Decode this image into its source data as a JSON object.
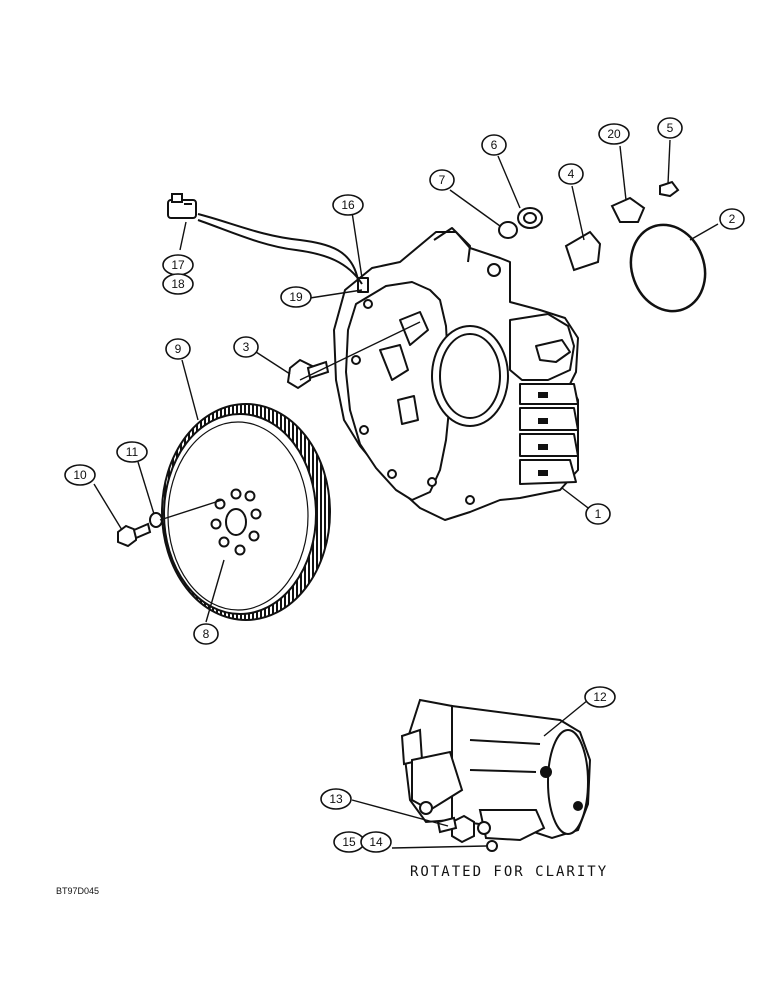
{
  "callouts": [
    {
      "id": "c1",
      "label": "1"
    },
    {
      "id": "c2",
      "label": "2"
    },
    {
      "id": "c3",
      "label": "3"
    },
    {
      "id": "c4",
      "label": "4"
    },
    {
      "id": "c5",
      "label": "5"
    },
    {
      "id": "c6",
      "label": "6"
    },
    {
      "id": "c7",
      "label": "7"
    },
    {
      "id": "c8",
      "label": "8"
    },
    {
      "id": "c9",
      "label": "9"
    },
    {
      "id": "c10",
      "label": "10"
    },
    {
      "id": "c11",
      "label": "11"
    },
    {
      "id": "c12",
      "label": "12"
    },
    {
      "id": "c13",
      "label": "13"
    },
    {
      "id": "c14",
      "label": "14"
    },
    {
      "id": "c15",
      "label": "15"
    },
    {
      "id": "c16",
      "label": "16"
    },
    {
      "id": "c17",
      "label": "17"
    },
    {
      "id": "c18",
      "label": "18"
    },
    {
      "id": "c19",
      "label": "19"
    },
    {
      "id": "c20",
      "label": "20"
    }
  ],
  "caption": "ROTATED FOR CLARITY",
  "figure_code": "BT97D045",
  "colors": {
    "ink": "#111111",
    "paper": "#ffffff"
  }
}
